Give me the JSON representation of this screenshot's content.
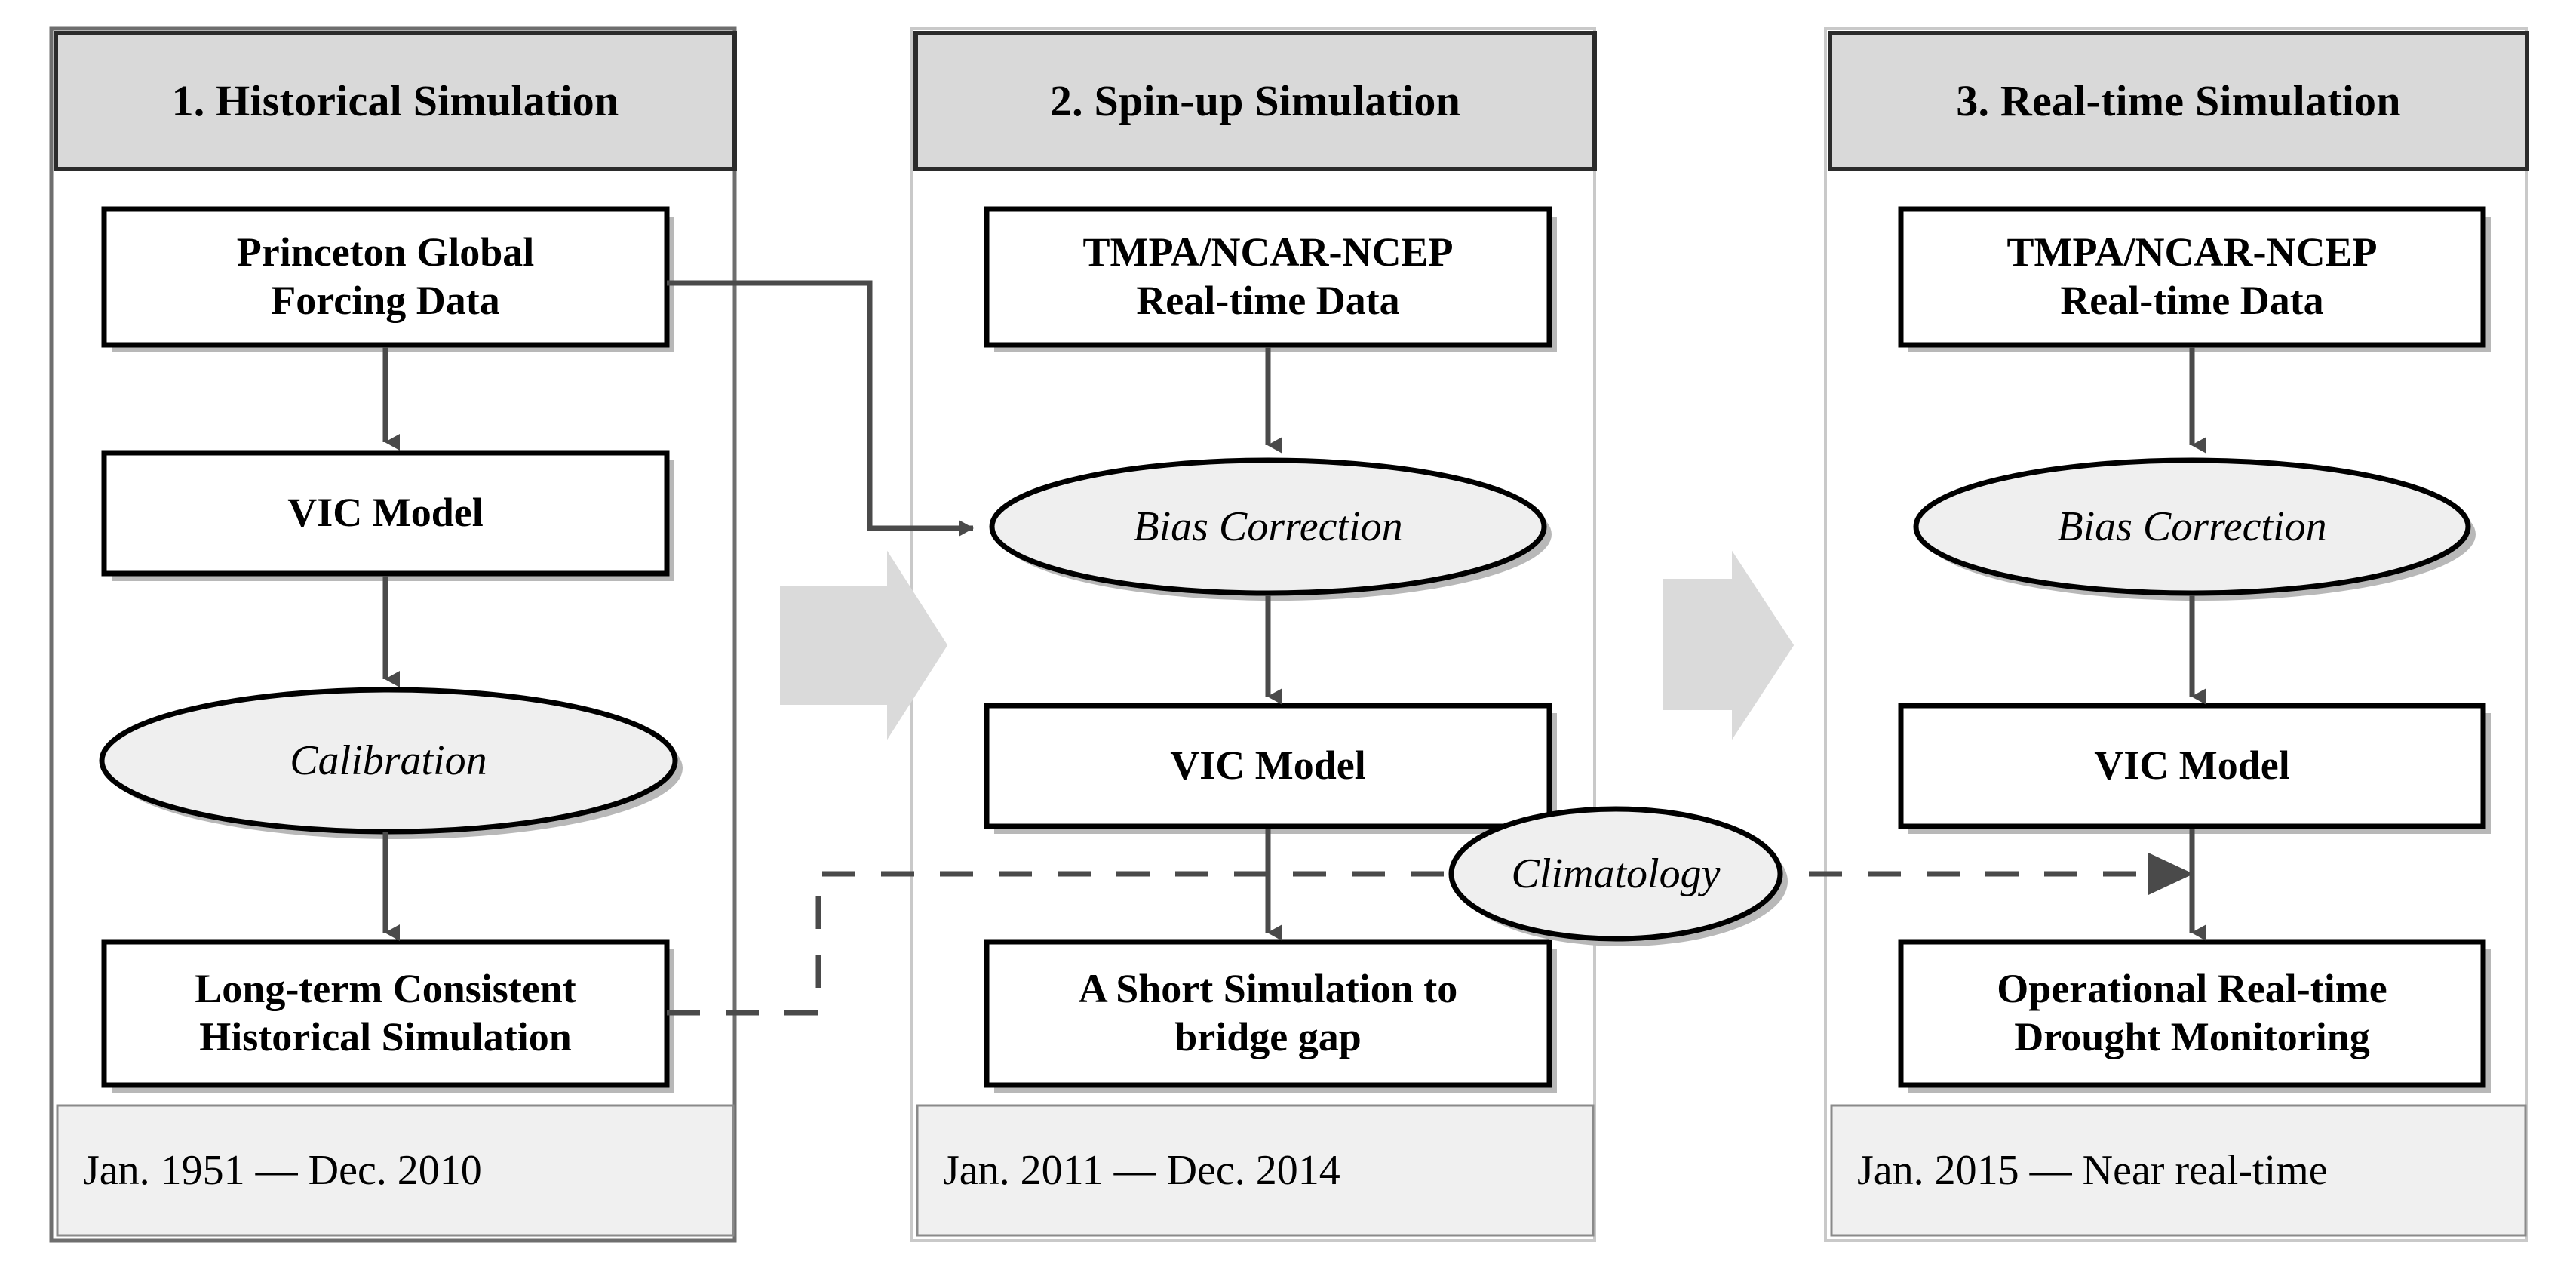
{
  "figure": {
    "type": "flowchart",
    "orientation": "three-column left-to-right",
    "panels": [
      {
        "id": "panel-1",
        "title": "1. Historical Simulation",
        "period": "Jan. 1951 — Dec. 2010",
        "nodes": [
          {
            "id": "princeton-data",
            "shape": "rectangle",
            "label": "Princeton Global\nForcing Data",
            "line1": "Princeton Global",
            "line2": "Forcing Data"
          },
          {
            "id": "vic-model-1",
            "shape": "rectangle",
            "label": "VIC Model",
            "line1": "VIC Model",
            "line2": ""
          },
          {
            "id": "calibration",
            "shape": "ellipse",
            "label": "Calibration",
            "line1": "Calibration",
            "line2": ""
          },
          {
            "id": "long-term-sim",
            "shape": "rectangle",
            "label": "Long-term Consistent\nHistorical Simulation",
            "line1": "Long-term Consistent",
            "line2": "Historical Simulation"
          }
        ]
      },
      {
        "id": "panel-2",
        "title": "2. Spin-up Simulation",
        "period": "Jan. 2011 — Dec. 2014",
        "nodes": [
          {
            "id": "tmpa-data-2",
            "shape": "rectangle",
            "label": "TMPA/NCAR-NCEP\nReal-time Data",
            "line1": "TMPA/NCAR-NCEP",
            "line2": "Real-time Data"
          },
          {
            "id": "bias-correction-2",
            "shape": "ellipse",
            "label": "Bias Correction",
            "line1": "Bias Correction",
            "line2": ""
          },
          {
            "id": "vic-model-2",
            "shape": "rectangle",
            "label": "VIC Model",
            "line1": "VIC Model",
            "line2": ""
          },
          {
            "id": "short-sim",
            "shape": "rectangle",
            "label": "A Short Simulation to\nbridge gap",
            "line1": "A Short Simulation to",
            "line2": "bridge gap"
          }
        ]
      },
      {
        "id": "panel-3",
        "title": "3. Real-time Simulation",
        "period": "Jan. 2015 — Near real-time",
        "nodes": [
          {
            "id": "tmpa-data-3",
            "shape": "rectangle",
            "label": "TMPA/NCAR-NCEP\nReal-time Data",
            "line1": "TMPA/NCAR-NCEP",
            "line2": "Real-time Data"
          },
          {
            "id": "bias-correction-3",
            "shape": "ellipse",
            "label": "Bias Correction",
            "line1": "Bias Correction",
            "line2": ""
          },
          {
            "id": "vic-model-3",
            "shape": "rectangle",
            "label": "VIC Model",
            "line1": "VIC Model",
            "line2": ""
          },
          {
            "id": "operational-monitoring",
            "shape": "rectangle",
            "label": "Operational Real-time\nDrought Monitoring",
            "line1": "Operational Real-time",
            "line2": "Drought Monitoring"
          }
        ]
      }
    ],
    "shared_nodes": [
      {
        "id": "climatology",
        "shape": "ellipse",
        "label": "Climatology",
        "line1": "Climatology",
        "line2": ""
      }
    ],
    "edges": [
      {
        "from": "princeton-data",
        "to": "vic-model-1",
        "style": "solid",
        "arrow": true
      },
      {
        "from": "vic-model-1",
        "to": "calibration",
        "style": "solid",
        "arrow": true
      },
      {
        "from": "calibration",
        "to": "long-term-sim",
        "style": "solid",
        "arrow": true
      },
      {
        "from": "princeton-data",
        "to": "bias-correction-2",
        "style": "solid",
        "arrow": true,
        "routing": "orthogonal"
      },
      {
        "from": "tmpa-data-2",
        "to": "bias-correction-2",
        "style": "solid",
        "arrow": true
      },
      {
        "from": "bias-correction-2",
        "to": "vic-model-2",
        "style": "solid",
        "arrow": true
      },
      {
        "from": "vic-model-2",
        "to": "short-sim",
        "style": "solid",
        "arrow": true
      },
      {
        "from": "tmpa-data-3",
        "to": "bias-correction-3",
        "style": "solid",
        "arrow": true
      },
      {
        "from": "bias-correction-3",
        "to": "vic-model-3",
        "style": "solid",
        "arrow": true
      },
      {
        "from": "vic-model-3",
        "to": "operational-monitoring",
        "style": "solid",
        "arrow": true
      },
      {
        "from": "long-term-sim",
        "to": "climatology",
        "style": "dashed",
        "arrow": false,
        "routing": "orthogonal"
      },
      {
        "from": "climatology",
        "to": "operational-monitoring",
        "style": "dashed",
        "arrow": true
      }
    ],
    "stage_arrows": [
      {
        "id": "stage-arrow-1-to-2",
        "direction": "right"
      },
      {
        "id": "stage-arrow-2-to-3",
        "direction": "right"
      }
    ],
    "colors": {
      "panel_header_fill": "#d9d9d9",
      "panel_footer_fill": "#f0f0f0",
      "ellipse_fill": "#efefef",
      "stage_arrow_fill": "#dadada",
      "shadow": "#b8b8b8",
      "stroke": "#000000",
      "line": "#3a3a3a",
      "panel_border": "#6e6e6e",
      "background": "#ffffff"
    }
  }
}
